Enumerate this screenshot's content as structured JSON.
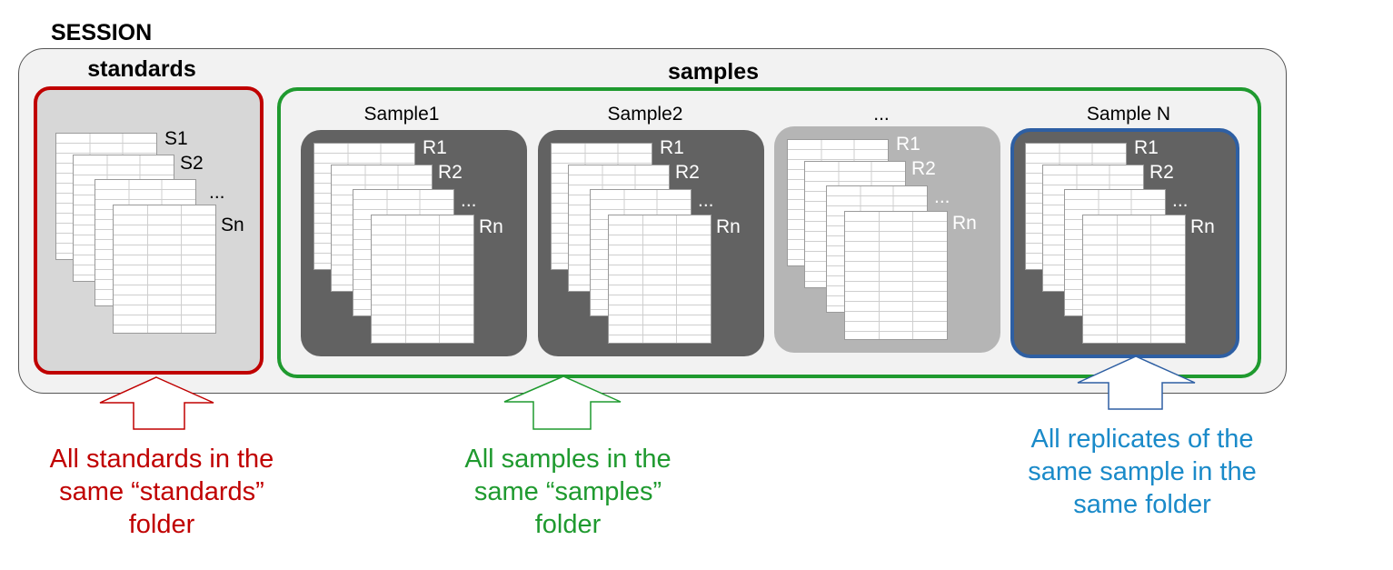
{
  "session": {
    "title": "SESSION"
  },
  "standards": {
    "title": "standards",
    "sheet_labels": [
      "S1",
      "S2",
      "...",
      "Sn"
    ],
    "caption_lines": [
      "All standards in the",
      "same “standards”",
      "folder"
    ],
    "color": "#c00000"
  },
  "samples": {
    "title": "samples",
    "color": "#1f9a2f",
    "cards": [
      {
        "label": "Sample1",
        "replicates": [
          "R1",
          "R2",
          "...",
          "Rn"
        ],
        "style": "dark"
      },
      {
        "label": "Sample2",
        "replicates": [
          "R1",
          "R2",
          "...",
          "Rn"
        ],
        "style": "dark"
      },
      {
        "label": "...",
        "replicates": [
          "R1",
          "R2",
          "...",
          "Rn"
        ],
        "style": "light"
      },
      {
        "label": "Sample N",
        "replicates": [
          "R1",
          "R2",
          "...",
          "Rn"
        ],
        "style": "dark-highlight"
      }
    ],
    "caption_lines": [
      "All samples in the",
      "same “samples”",
      "folder"
    ]
  },
  "replicates_note": {
    "caption_lines": [
      "All replicates of the",
      "same sample in the",
      "same folder"
    ],
    "color": "#1a8ac9"
  },
  "colors": {
    "session_bg": "#f2f2f2",
    "standards_bg": "#d7d7d7",
    "card_dark": "#626262",
    "card_light": "#b5b5b5",
    "highlight_border": "#2e5fa3"
  }
}
